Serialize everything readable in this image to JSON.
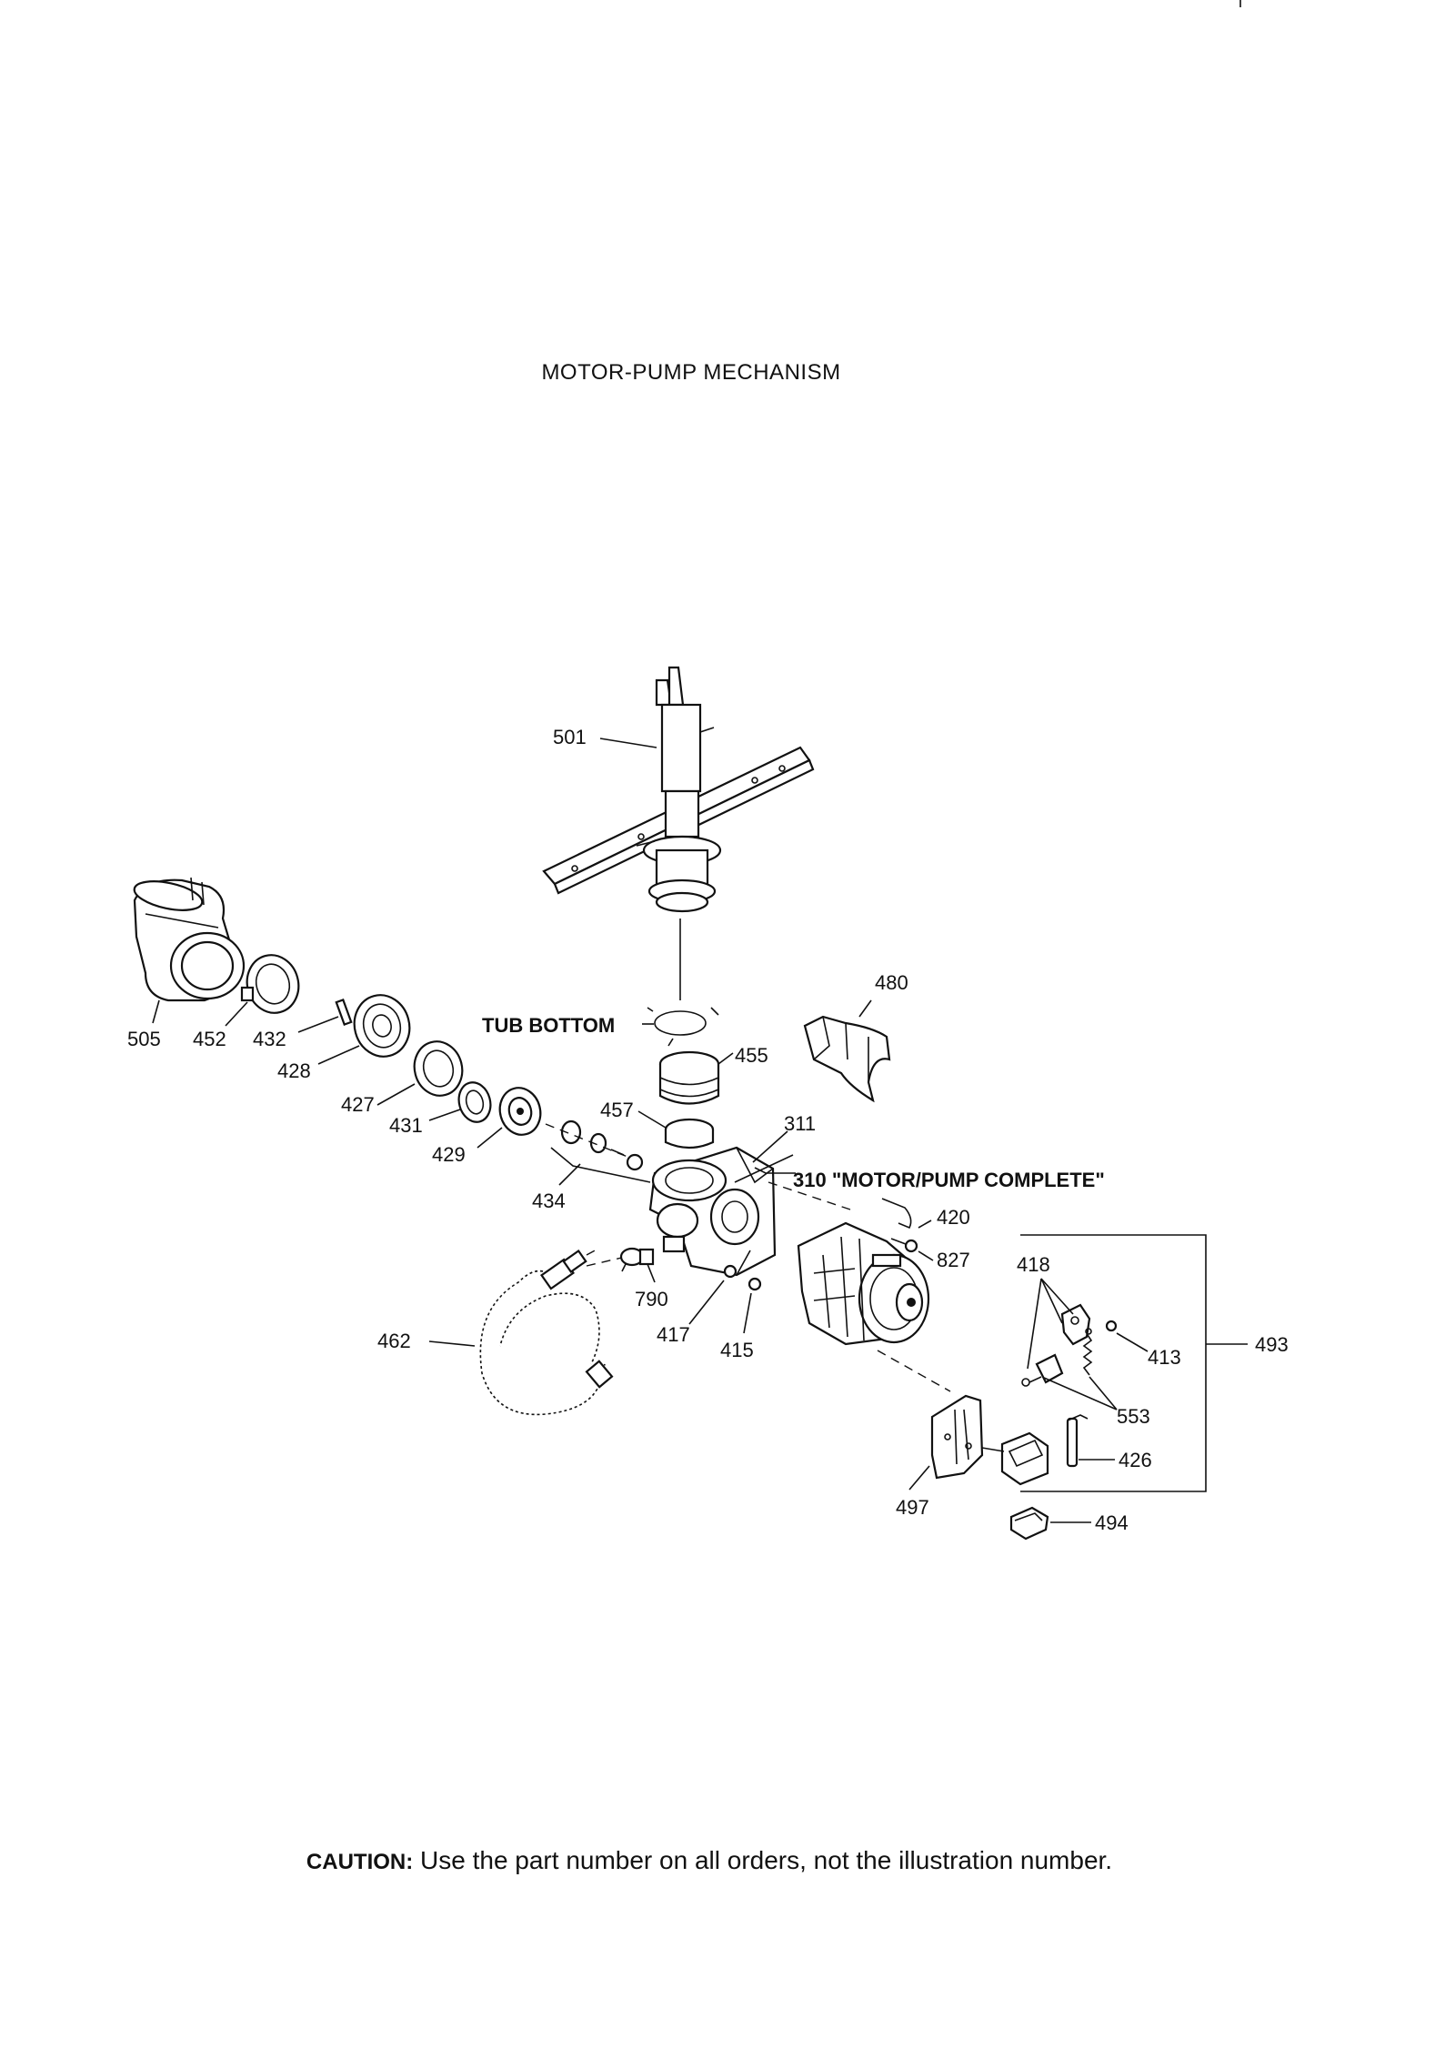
{
  "title": "MOTOR-PUMP MECHANISM",
  "labels": {
    "p501": "501",
    "p505": "505",
    "p452": "452",
    "p432": "432",
    "p428": "428",
    "p427": "427",
    "p431": "431",
    "p429": "429",
    "p434": "434",
    "tub_bottom": "TUB BOTTOM",
    "p455": "455",
    "p457": "457",
    "p480": "480",
    "p311": "311",
    "p310": "310 \"MOTOR/PUMP COMPLETE\"",
    "p420": "420",
    "p827": "827",
    "p418": "418",
    "p413": "413",
    "p493": "493",
    "p553": "553",
    "p426": "426",
    "p497": "497",
    "p494": "494",
    "p790": "790",
    "p417": "417",
    "p415": "415",
    "p462": "462"
  },
  "caution": {
    "label": "CAUTION:",
    "text": "Use the part number on all orders, not the illustration number."
  }
}
